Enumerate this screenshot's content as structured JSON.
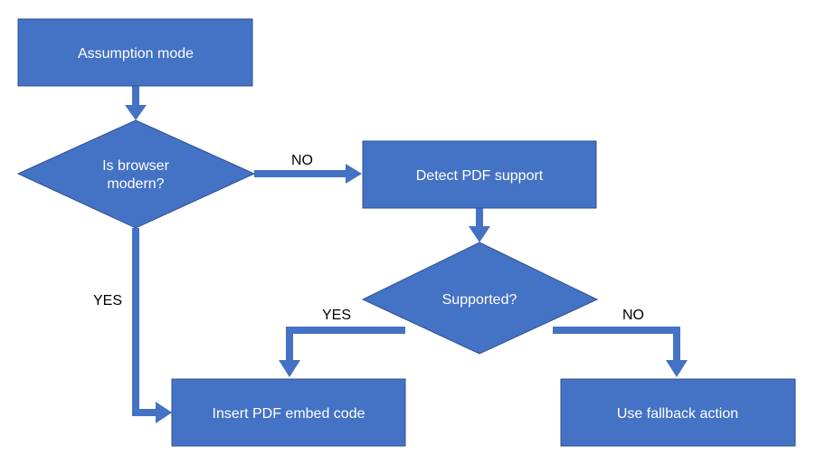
{
  "colors": {
    "shape_fill": "#4472c4",
    "shape_border": "#2f528f",
    "connector": "#4472c4",
    "node_text": "#ffffff",
    "edge_text": "#000000"
  },
  "nodes": {
    "assumption": {
      "label": "Assumption mode"
    },
    "browser_modern": {
      "line1": "Is browser",
      "line2": "modern?"
    },
    "detect_pdf": {
      "label": "Detect PDF support"
    },
    "supported": {
      "label": "Supported?"
    },
    "insert_embed": {
      "label": "Insert PDF embed code"
    },
    "fallback": {
      "label": "Use fallback action"
    }
  },
  "edges": {
    "modern_no": "NO",
    "modern_yes": "YES",
    "supported_yes": "YES",
    "supported_no": "NO"
  }
}
